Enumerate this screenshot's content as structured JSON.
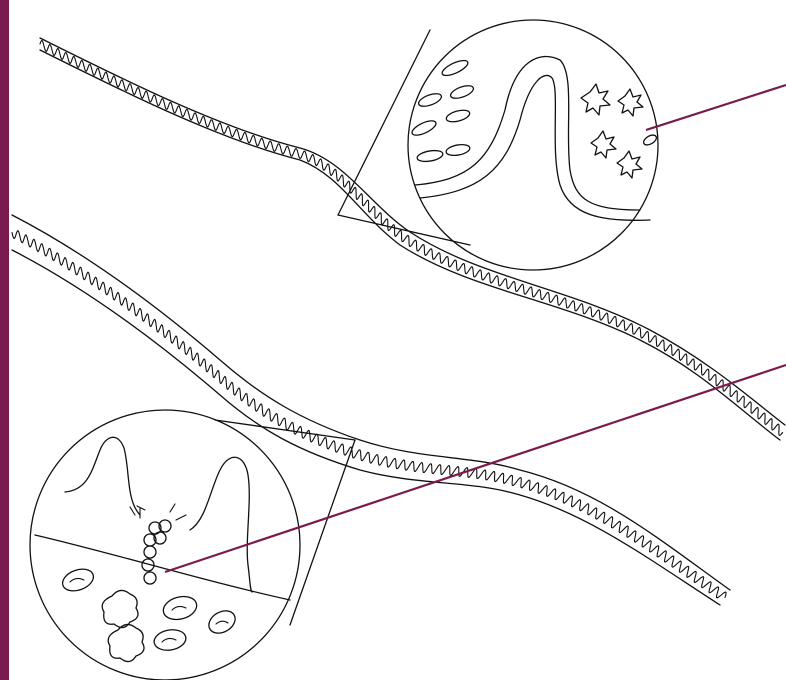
{
  "figure": {
    "description_visible_text": "",
    "colors": {
      "ink": "#111111",
      "leader_line": "#7a1a4f",
      "border_bar": "#7a1a4f",
      "background": "#ffffff"
    },
    "elements": {
      "upper_vessel": "wavy-vessel",
      "lower_vessel": "wavy-vessel",
      "upper_magnifier": "magnified-villus-with-bacteria",
      "lower_magnifier": "magnified-villus-with-cells",
      "upper_leader": "callout-line",
      "lower_leader": "callout-line"
    }
  }
}
